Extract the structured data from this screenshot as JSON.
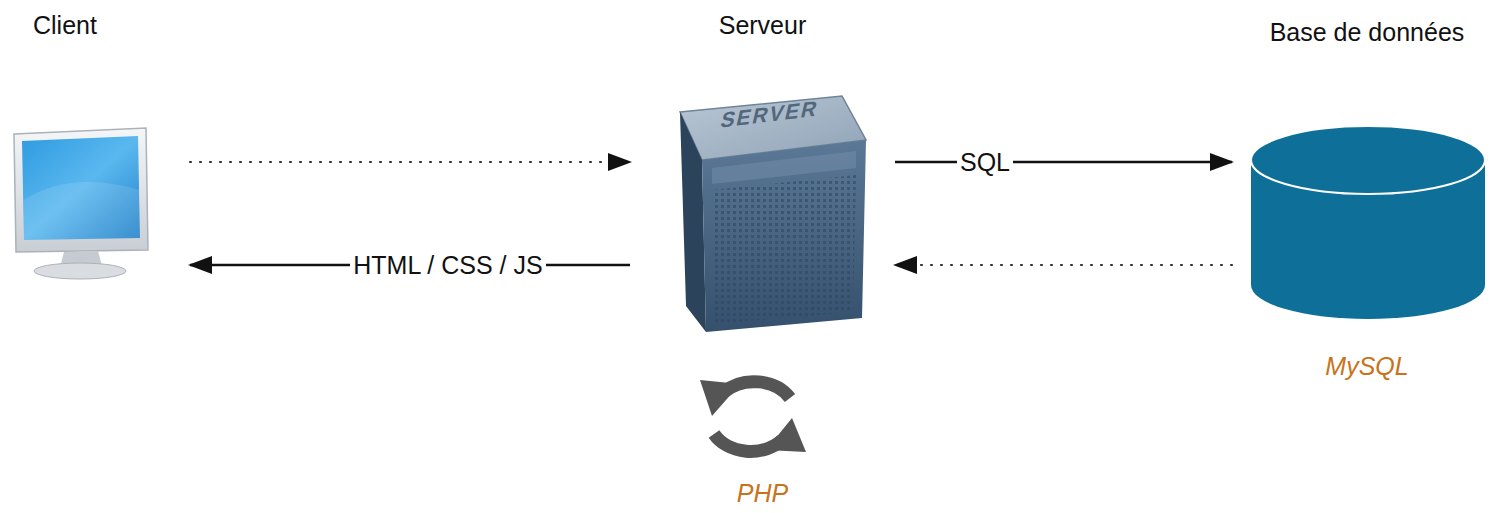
{
  "diagram": {
    "nodes": [
      {
        "text": [
          "Client"
        ]
      },
      {
        "text": [
          "Serveur",
          "PHP"
        ]
      },
      {
        "text": [
          "Base de données",
          "MySQL"
        ]
      }
    ],
    "edges": [
      {
        "from": 0,
        "to": 1,
        "arrow": "to"
      },
      {
        "from": 1,
        "to": 0,
        "label": "HTML / CSS / JS",
        "arrow": "to"
      },
      {
        "from": 1,
        "to": 2,
        "label": "SQL",
        "arrow": "to"
      },
      {
        "from": 2,
        "to": 1,
        "arrow": "to"
      }
    ],
    "labels": [
      "SERVER"
    ]
  }
}
